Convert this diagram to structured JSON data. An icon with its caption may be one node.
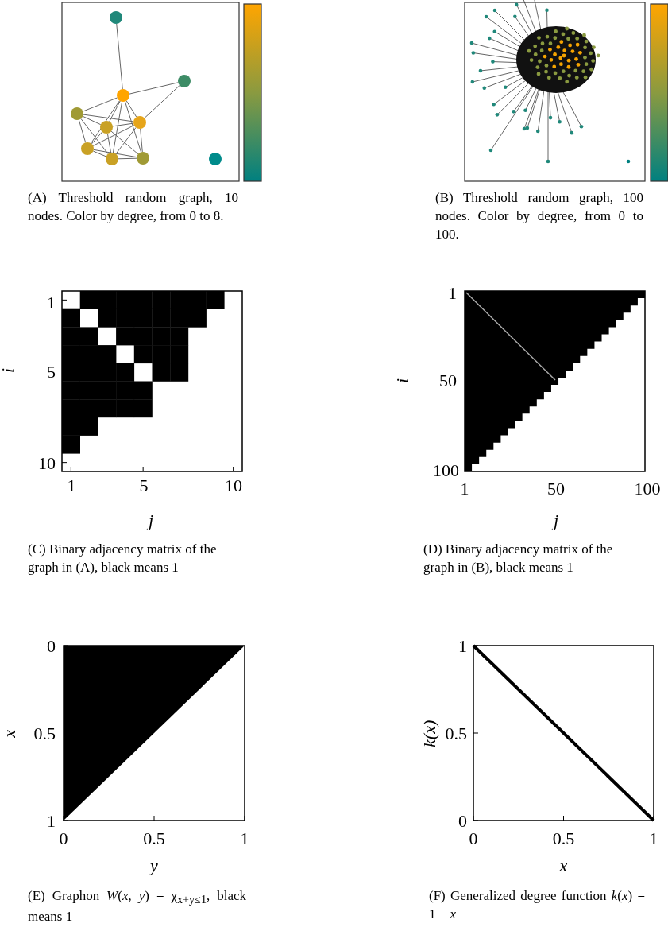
{
  "diagram": {
    "nodes": [
      {
        "text": [],
        "shape": "circle"
      },
      {
        "text": [],
        "shape": "circle"
      },
      {
        "text": [],
        "shape": "circle"
      },
      {
        "text": [],
        "shape": "circle"
      },
      {
        "text": [],
        "shape": "circle"
      },
      {
        "text": [],
        "shape": "circle"
      },
      {
        "text": [],
        "shape": "circle"
      },
      {
        "text": [],
        "shape": "circle"
      },
      {
        "text": [],
        "shape": "circle"
      },
      {
        "text": [],
        "shape": "circle"
      }
    ],
    "edges": [
      {
        "from": 2,
        "to": 4,
        "arrow": "none"
      },
      {
        "from": 2,
        "to": 5,
        "arrow": "none"
      },
      {
        "from": 2,
        "to": 6,
        "arrow": "none"
      },
      {
        "from": 2,
        "to": 7,
        "arrow": "none"
      },
      {
        "from": 2,
        "to": 3,
        "arrow": "none"
      },
      {
        "from": 2,
        "to": 8,
        "arrow": "none"
      },
      {
        "from": 2,
        "to": 1,
        "arrow": "none"
      },
      {
        "from": 2,
        "to": 0,
        "arrow": "none"
      },
      {
        "from": 4,
        "to": 5,
        "arrow": "none"
      },
      {
        "from": 4,
        "to": 6,
        "arrow": "none"
      },
      {
        "from": 4,
        "to": 7,
        "arrow": "none"
      },
      {
        "from": 4,
        "to": 3,
        "arrow": "none"
      },
      {
        "from": 4,
        "to": 8,
        "arrow": "none"
      },
      {
        "from": 4,
        "to": 1,
        "arrow": "none"
      },
      {
        "from": 5,
        "to": 6,
        "arrow": "none"
      },
      {
        "from": 5,
        "to": 7,
        "arrow": "none"
      },
      {
        "from": 5,
        "to": 3,
        "arrow": "none"
      },
      {
        "from": 5,
        "to": 8,
        "arrow": "none"
      },
      {
        "from": 6,
        "to": 7,
        "arrow": "none"
      },
      {
        "from": 6,
        "to": 3,
        "arrow": "none"
      },
      {
        "from": 6,
        "to": 8,
        "arrow": "none"
      },
      {
        "from": 7,
        "to": 3,
        "arrow": "none"
      },
      {
        "from": 7,
        "to": 8,
        "arrow": "none"
      }
    ],
    "labels": [
      "(A) Threshold random graph, 10 nodes. Color by degree, from 0 to 8.",
      "(B) Threshold random graph, 100 nodes. Color by degree, from 0 to 100.",
      "1",
      "5",
      "10",
      "i",
      "1",
      "50",
      "100",
      "i",
      "1",
      "5",
      "10",
      "1",
      "50",
      "100",
      "j",
      "j",
      "(C) Binary adjacency matrix of the graph in (A), black means 1",
      "(D) Binary adjacency matrix of the graph in (B), black means 1",
      "0",
      "0.5",
      "1",
      "x",
      "0",
      "0.5",
      "1",
      "y",
      "(E) Graphon *W*(*x*, *y*) = χ$_{x+y≤1}$, black means 1",
      "(F) Generalized degree function *k*(*x*) = 1 − *x*"
    ],
    "chart_data": {
      "type": "line",
      "xlabel": "x",
      "ylabel": "k(x)",
      "x": [
        0,
        1
      ],
      "series": [
        {
          "color": "#000000",
          "values": [
            1,
            0
          ]
        }
      ],
      "xlim": [
        0,
        1
      ],
      "ylim": [
        0,
        1
      ],
      "xticks": [
        0,
        0.5,
        1
      ],
      "yticks": [
        0,
        0.5,
        1
      ]
    }
  }
}
